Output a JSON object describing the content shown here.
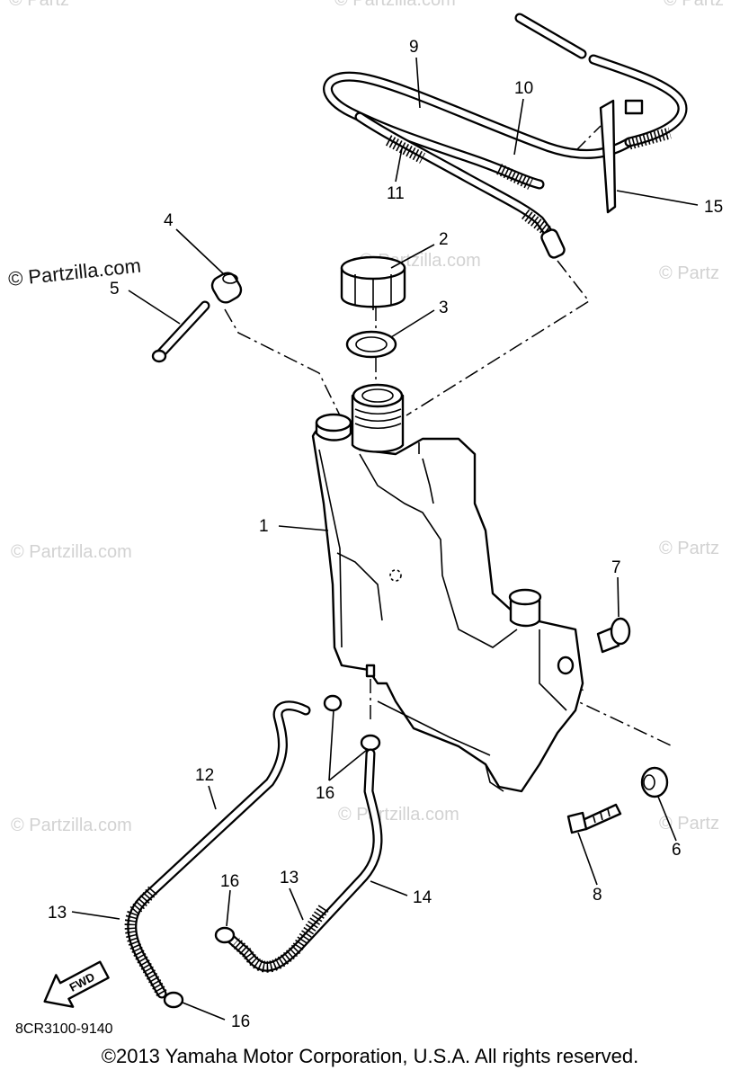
{
  "watermarks": {
    "tile_text": "© Partzilla.com",
    "tile_text_cut": "© Partz",
    "main_text": "© Partzilla.com"
  },
  "callouts": {
    "c1": "1",
    "c2": "2",
    "c3": "3",
    "c4": "4",
    "c5": "5",
    "c6": "6",
    "c7": "7",
    "c8": "8",
    "c9": "9",
    "c10": "10",
    "c11": "11",
    "c12": "12",
    "c13a": "13",
    "c13b": "13",
    "c14": "14",
    "c15": "15",
    "c16a": "16",
    "c16b": "16",
    "c16c": "16"
  },
  "fwd_label": "FWD",
  "diagram_code": "8CR3100-9140",
  "copyright": "©2013  Yamaha Motor Corporation, U.S.A. All rights reserved.",
  "colors": {
    "line": "#000000",
    "watermark": "#d2d2d2",
    "background": "#ffffff"
  }
}
